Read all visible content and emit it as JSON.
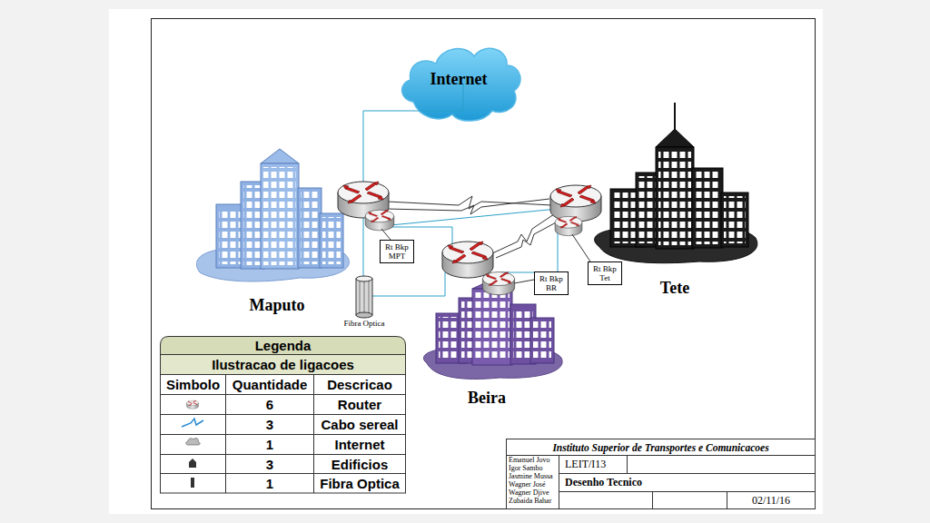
{
  "diagram": {
    "nodes": [
      {
        "text": [
          "Internet"
        ]
      },
      {
        "text": [
          "Rt Bkp MPT"
        ]
      },
      {
        "text": [
          "Rt Bkp BR"
        ]
      },
      {
        "text": [
          "Rt Bkp Tet"
        ]
      }
    ],
    "labels": [
      "Maputo",
      "Tete",
      "Beira",
      "Fibra Optica",
      "Legenda",
      "Ilustracao de ligacoes",
      "Simbolo",
      "Quantidade",
      "Descricao",
      "6",
      "Router",
      "3",
      "Cabo sereal",
      "1",
      "Internet",
      "3",
      "Edificios",
      "1",
      "Fibra Optica",
      "Instituto Superior de Transportes e Comunicacoes",
      "Emanuel Jovo",
      "Igor Sambo",
      "Jasmine Mussa",
      "Wagner José",
      "Wagner Djive",
      "Zubaida Bahar",
      "LEIT/I13",
      "Desenho Tecnico",
      "02/11/16"
    ]
  }
}
